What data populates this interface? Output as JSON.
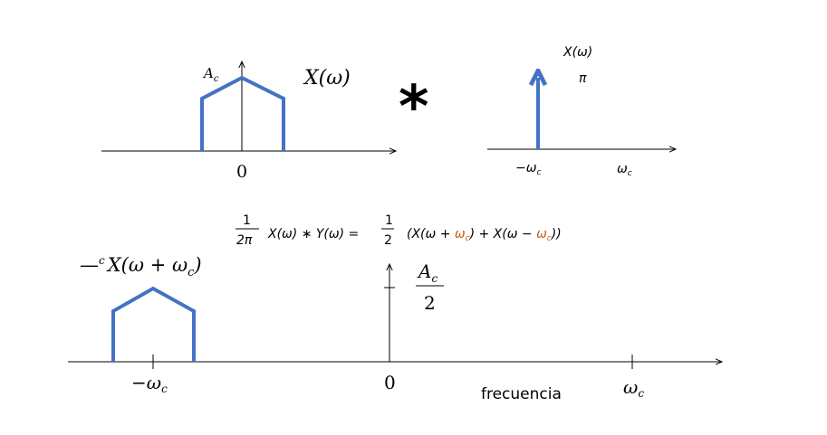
{
  "colors": {
    "signal": "#4472C4",
    "axis": "#000000",
    "accent": "#C55A11"
  },
  "top_left": {
    "amplitude_label": "A",
    "amplitude_sub": "c",
    "function_label": "X(ω)",
    "origin_label": "0"
  },
  "operator": "*",
  "top_right": {
    "function_label": "X(ω)",
    "impulse_value": "π",
    "left_tick": "−ω",
    "left_tick_sub": "c",
    "right_tick": "ω",
    "right_tick_sub": "c"
  },
  "equation": {
    "frac1_num": "1",
    "frac1_den": "2π",
    "lhs": "X(ω) ∗ Y(ω) =",
    "frac2_num": "1",
    "frac2_den": "2",
    "rhs_open": "(X(ω + ",
    "rhs_wc1": "ω",
    "rhs_wc1_sub": "c",
    "rhs_mid": ") +  X(ω − ",
    "rhs_wc2": "ω",
    "rhs_wc2_sub": "c",
    "rhs_close": "))"
  },
  "bottom": {
    "shifted_label_prefix": "—",
    "shifted_label_sup": "c",
    "shifted_label": "X(ω + ω",
    "shifted_label_sub": "c",
    "shifted_label_close": ")",
    "amp_num": "A",
    "amp_num_sub": "c",
    "amp_den": "2",
    "neg_tick": "−ω",
    "neg_tick_sub": "c",
    "origin_label": "0",
    "pos_tick": "ω",
    "pos_tick_sub": "c",
    "axis_title": "frecuencia"
  }
}
